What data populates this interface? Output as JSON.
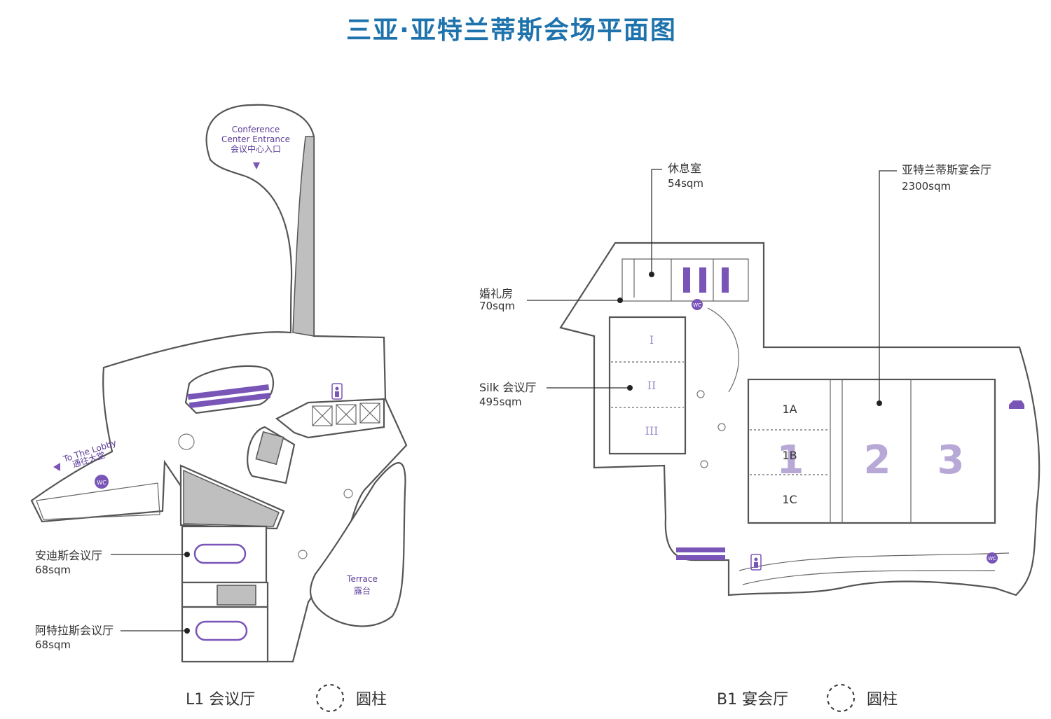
{
  "title": "三亚·亚特兰蒂斯会场平面图",
  "l1": {
    "entrance_en_1": "Conference",
    "entrance_en_2": "Center Entrance",
    "entrance_cn": "会议中心入口",
    "lobby_en": "To The Lobby",
    "lobby_cn": "通往大堂",
    "terrace_en": "Terrace",
    "terrace_cn": "露台",
    "room_andes_name": "安迪斯会议厅",
    "room_andes_area": "68sqm",
    "room_atlas_name": "阿特拉斯会议厅",
    "room_atlas_area": "68sqm",
    "floor_label": "L1 会议厅",
    "legend_column": "圆柱"
  },
  "b1": {
    "rest_name": "休息室",
    "rest_area": "54sqm",
    "bridal_name": "婚礼房",
    "bridal_area": "70sqm",
    "silk_name": "Silk 会议厅",
    "silk_area": "495sqm",
    "ballroom_name": "亚特兰蒂斯宴会厅",
    "ballroom_area": "2300sqm",
    "silk_sections": [
      "I",
      "II",
      "III"
    ],
    "ballroom_subrooms": [
      "1A",
      "1B",
      "1C"
    ],
    "ballroom_sections": [
      "1",
      "2",
      "3"
    ],
    "floor_label": "B1 宴会厅",
    "legend_column": "圆柱"
  },
  "colors": {
    "title": "#1f73ad",
    "accent_purple": "#7a55b8",
    "section_number": "#b7a8d6"
  },
  "icons": [
    "elevator-icon",
    "wc-icon",
    "escalator-icon",
    "car-icon",
    "column-icon",
    "arrow-down-icon",
    "arrow-left-icon"
  ]
}
